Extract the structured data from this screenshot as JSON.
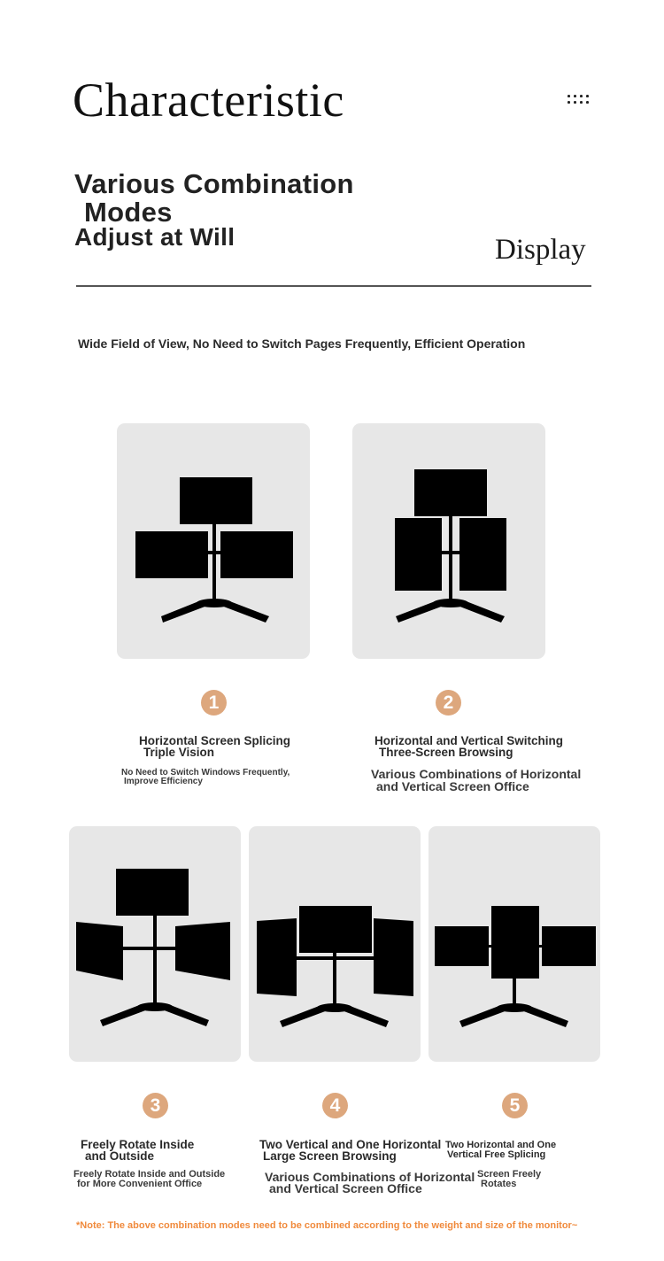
{
  "header": {
    "title": "Characteristic",
    "menu_icon": "dots-grid-icon",
    "headline_line1": "Various Combination",
    "headline_line2": "Modes",
    "headline_line3": "Adjust at Will",
    "display_word": "Display",
    "tagline": "Wide Field of View, No Need to Switch Pages Frequently, Efficient Operation"
  },
  "modes": [
    {
      "number": "1",
      "title_line1": "Horizontal Screen Splicing",
      "title_line2": "Triple Vision",
      "desc_line1": "No Need to Switch Windows Frequently,",
      "desc_line2": "Improve Efficiency"
    },
    {
      "number": "2",
      "title_line1": "Horizontal and Vertical Switching",
      "title_line2": "Three-Screen Browsing",
      "desc_line1": "Various Combinations of Horizontal",
      "desc_line2": "and Vertical Screen Office"
    },
    {
      "number": "3",
      "title_line1": "Freely Rotate Inside",
      "title_line2": "and Outside",
      "desc_line1": "Freely Rotate Inside and Outside",
      "desc_line2": "for More Convenient Office"
    },
    {
      "number": "4",
      "title_line1": "Two Vertical and One Horizontal",
      "title_line2": "Large Screen Browsing",
      "desc_line1": "Various Combinations of Horizontal",
      "desc_line2": "and Vertical Screen Office"
    },
    {
      "number": "5",
      "title_line1": "Two Horizontal and One",
      "title_line2": "Vertical Free Splicing",
      "desc_line1": "Screen Freely",
      "desc_line2": "Rotates"
    }
  ],
  "note": "*Note: The above combination modes need to be combined according to the weight and size of the monitor~",
  "colors": {
    "accent_number": "#dda77d",
    "note_text": "#f08a3c",
    "card_bg": "#e7e7e7",
    "monitor": "#000000"
  }
}
